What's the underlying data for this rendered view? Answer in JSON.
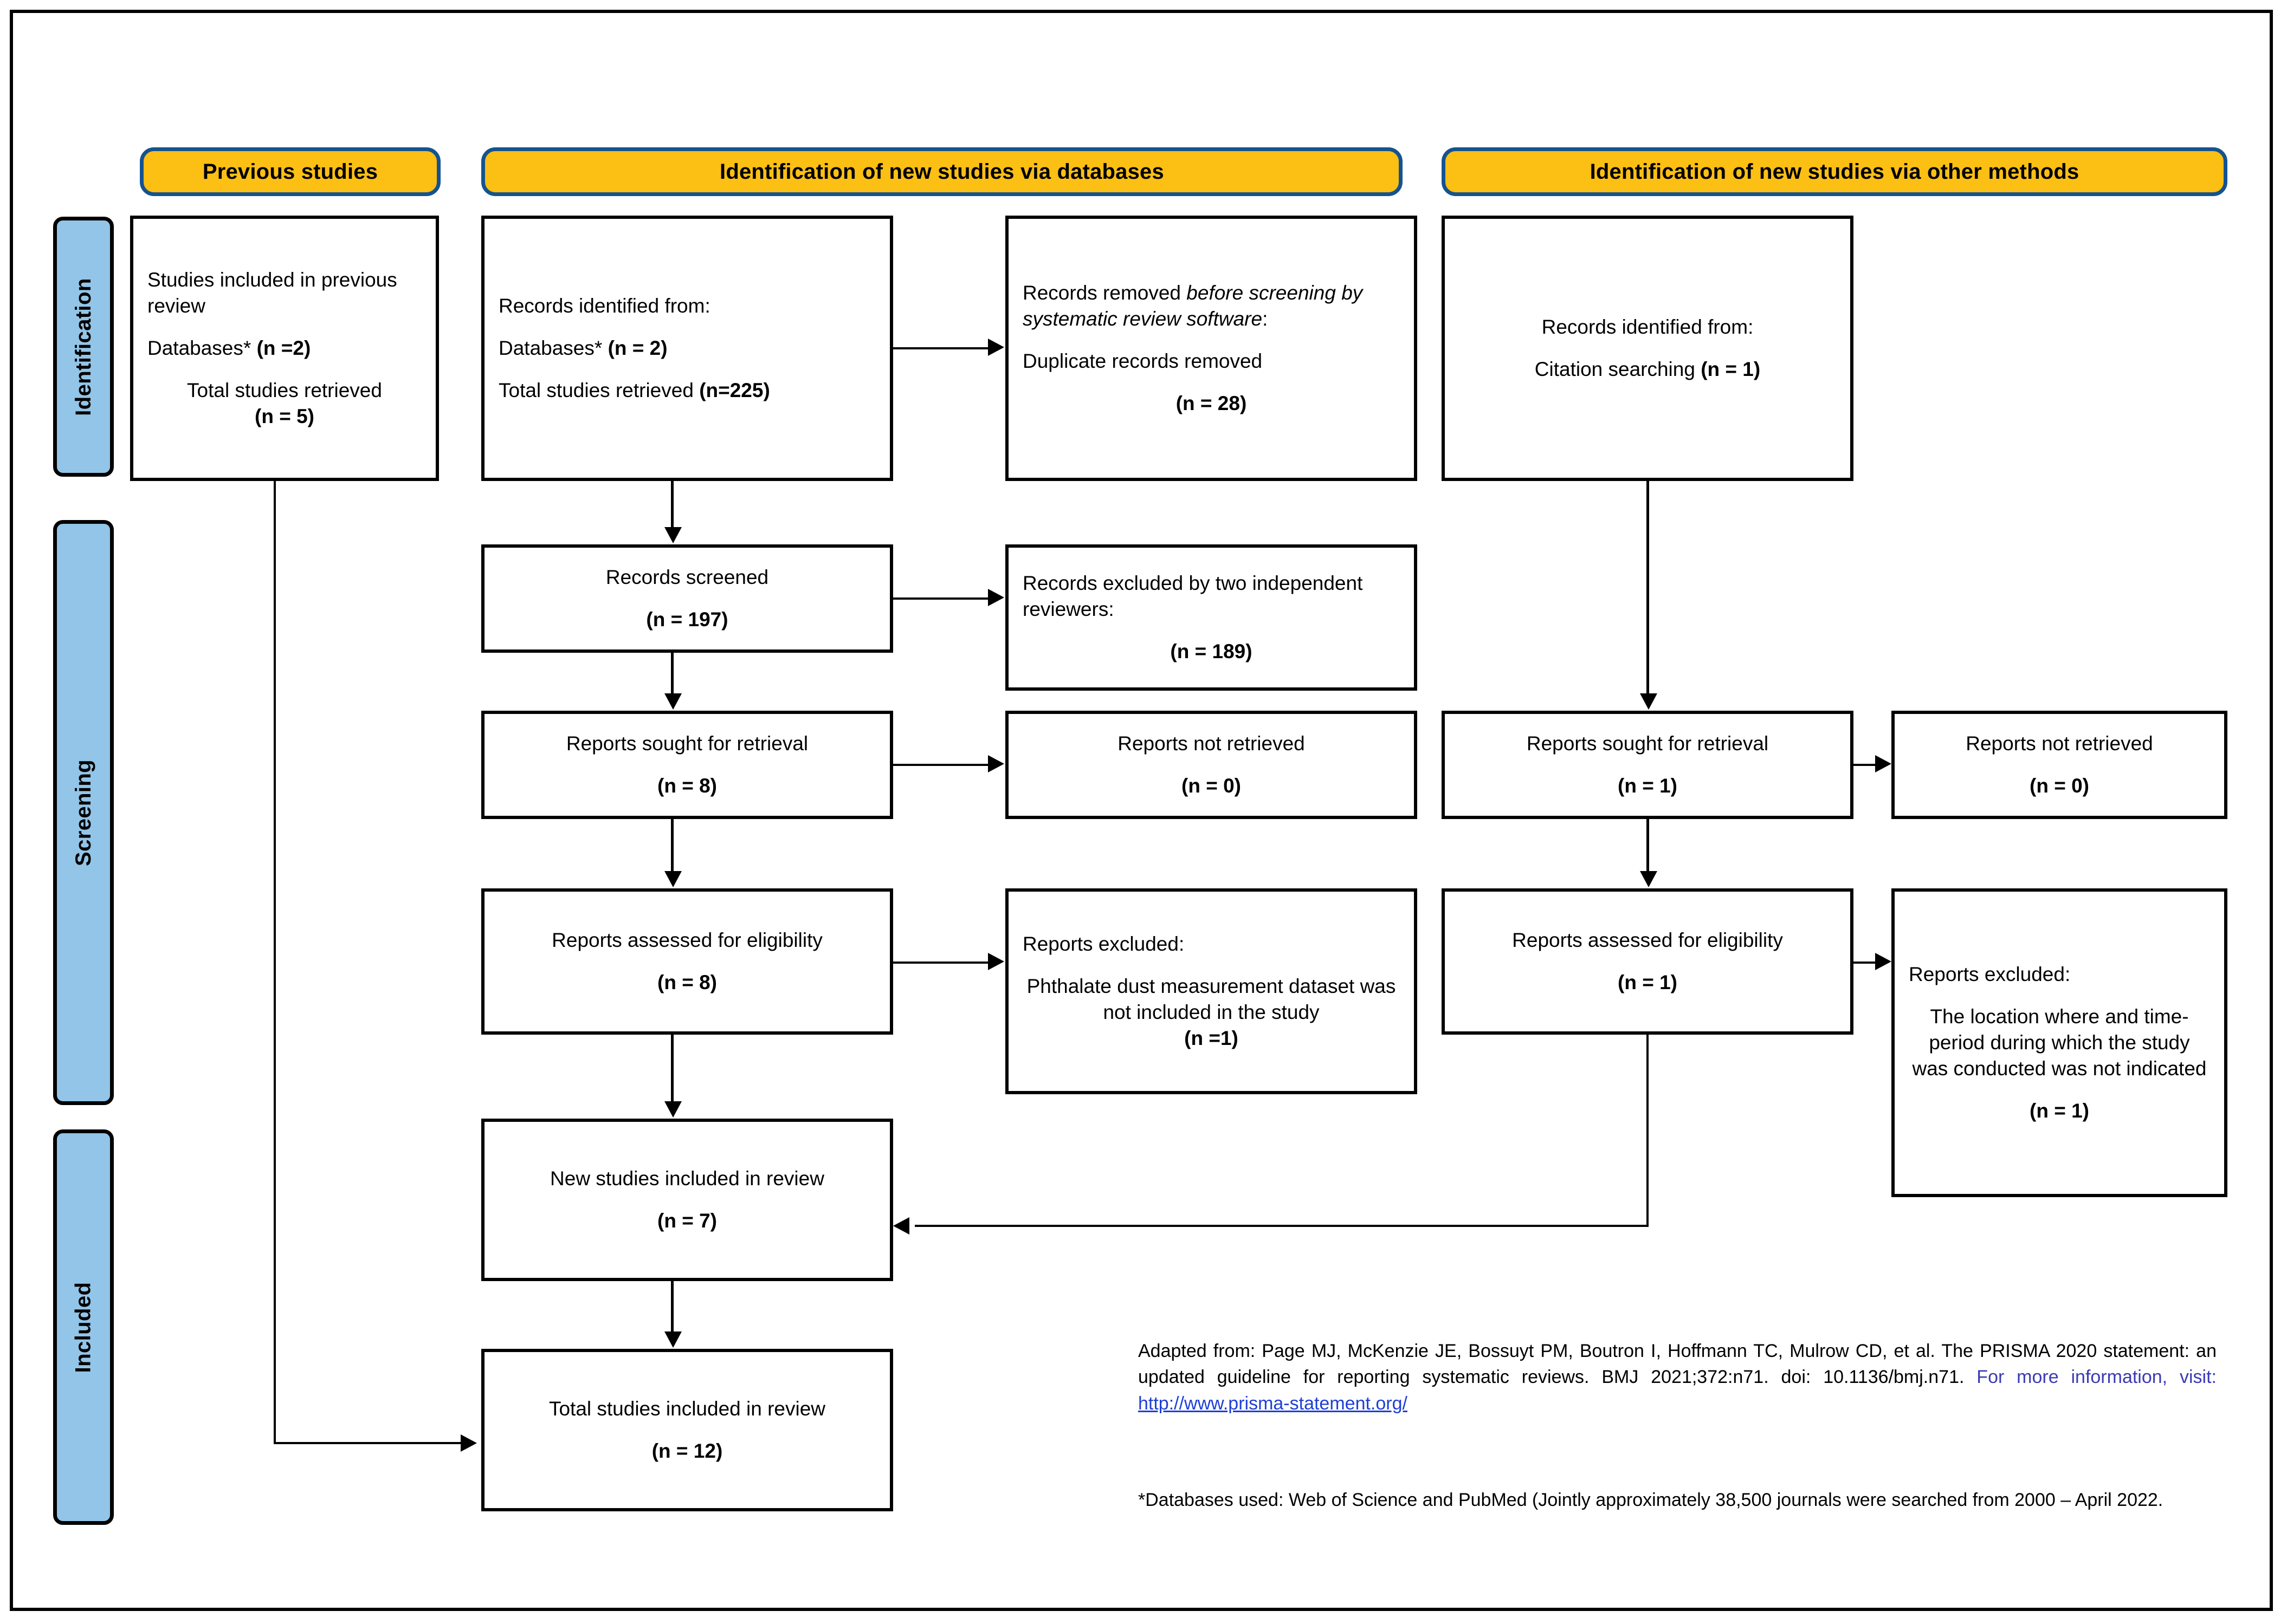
{
  "colors": {
    "header_fill": "#FCBF14",
    "header_border": "#15538F",
    "stage_fill": "#92C5E8",
    "box_border": "#000000",
    "link": "#1F3FD6",
    "note_accent": "#3A3AB4"
  },
  "headers": {
    "previous": "Previous studies",
    "databases": "Identification of new studies via databases",
    "other": "Identification of new studies via other methods"
  },
  "stages": {
    "identification": "Identification",
    "screening": "Screening",
    "included": "Included"
  },
  "boxes": {
    "previous_studies": {
      "line1": "Studies included in previous review",
      "line2_plain": "Databases* ",
      "line2_bold": "(n =2)",
      "line3_plain": "Total studies retrieved",
      "line3_bold": "(n = 5)"
    },
    "records_identified_db": {
      "line1": "Records identified from:",
      "line2_plain": "Databases* ",
      "line2_bold": "(n = 2)",
      "line3_plain": "Total studies retrieved ",
      "line3_bold": "(n=225)"
    },
    "records_removed": {
      "line1_plain": "Records removed ",
      "line1_italic": "before screening by systematic review software",
      "line1_tail": ":",
      "line2": "Duplicate records removed",
      "line3_bold": "(n = 28)"
    },
    "records_identified_other": {
      "line1": "Records identified from:",
      "line2_plain": "Citation searching ",
      "line2_bold": "(n = 1)"
    },
    "records_screened": {
      "line1": "Records screened",
      "line2_bold": "(n = 197)"
    },
    "records_excluded": {
      "line1": "Records excluded by two independent reviewers:",
      "line2_bold": "(n = 189)"
    },
    "reports_sought_db": {
      "line1": "Reports sought for retrieval",
      "line2_bold": "(n = 8)"
    },
    "reports_not_retrieved_db": {
      "line1": "Reports not retrieved",
      "line2_bold": "(n = 0)"
    },
    "reports_assessed_db": {
      "line1": "Reports assessed for eligibility",
      "line2_bold": "(n = 8)"
    },
    "reports_excluded_db": {
      "title": "Reports excluded:",
      "reason": "Phthalate dust measurement dataset was not included in the study",
      "count_bold": "(n =1)"
    },
    "reports_sought_other": {
      "line1": "Reports sought for retrieval",
      "line2_bold": "(n = 1)"
    },
    "reports_not_retrieved_other": {
      "line1": "Reports not retrieved",
      "line2_bold": "(n = 0)"
    },
    "reports_assessed_other": {
      "line1": "Reports assessed for eligibility",
      "line2_bold": "(n = 1)"
    },
    "reports_excluded_other": {
      "title": "Reports excluded:",
      "reason": "The location where and time-period during which the study was conducted was not indicated",
      "count_bold": "(n = 1)"
    },
    "new_studies_included": {
      "line1": "New studies included in review",
      "line2_bold": "(n = 7)"
    },
    "total_studies_included": {
      "line1": "Total studies included in review",
      "line2_bold": "(n = 12)"
    }
  },
  "notes": {
    "citation_part1": "Adapted from:  Page MJ, McKenzie JE, Bossuyt PM, Boutron I, Hoffmann TC, Mulrow CD, et al. The PRISMA 2020 statement: an updated guideline for reporting systematic reviews. BMJ 2021;372:n71. doi: 10.1136/bmj.n71. ",
    "citation_cta": "For more information, visit: ",
    "citation_url": "http://www.prisma-statement.org/",
    "databases_note": "*Databases used: Web of Science and PubMed (Jointly approximately 38,500 journals were searched from 2000 – April 2022."
  }
}
